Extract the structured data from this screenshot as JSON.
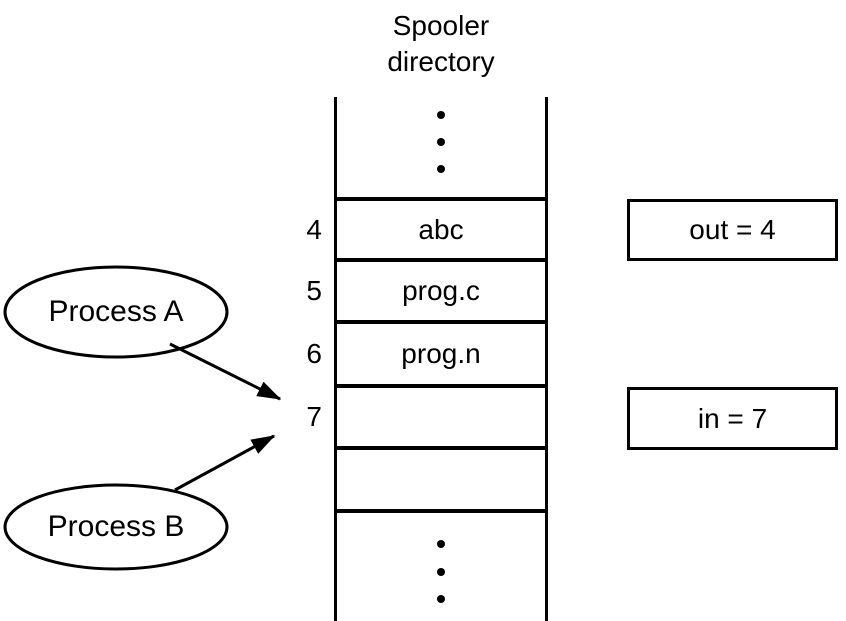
{
  "colors": {
    "ink": "#000000",
    "paper": "#ffffff"
  },
  "title": {
    "line1": "Spooler",
    "line2": "directory"
  },
  "spooler": {
    "slots": [
      {
        "index": "4",
        "file": "abc"
      },
      {
        "index": "5",
        "file": "prog.c"
      },
      {
        "index": "6",
        "file": "prog.n"
      },
      {
        "index": "7",
        "file": ""
      },
      {
        "index": "",
        "file": ""
      }
    ]
  },
  "pointers": {
    "out_label": "out = 4",
    "in_label": "in = 7"
  },
  "processes": {
    "a": "Process A",
    "b": "Process B"
  }
}
